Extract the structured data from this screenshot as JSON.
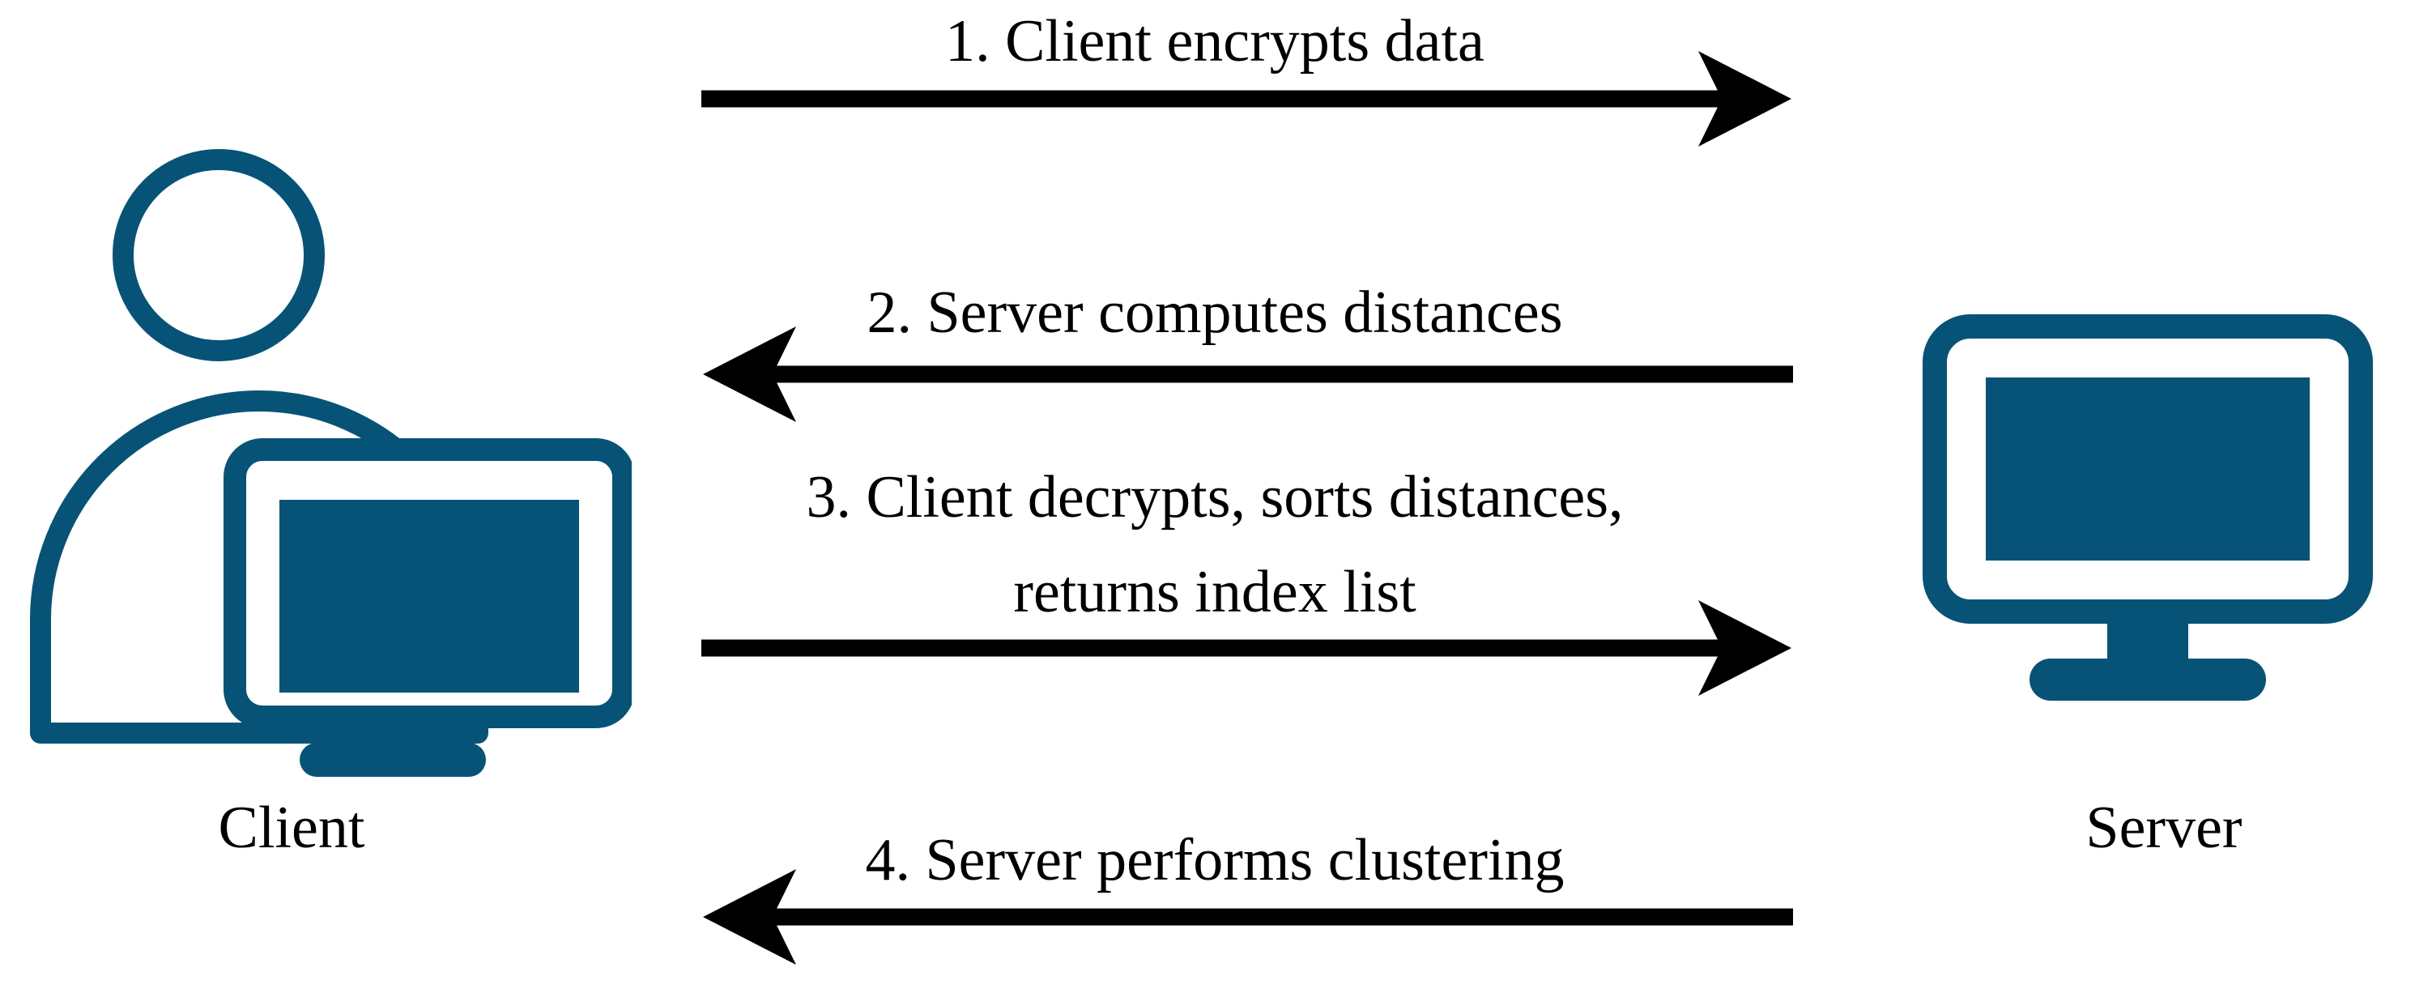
{
  "diagram_type": "client-server protocol sequence",
  "actors": {
    "client": {
      "label": "Client",
      "icon": "user-with-monitor-icon"
    },
    "server": {
      "label": "Server",
      "icon": "monitor-icon"
    }
  },
  "messages": [
    {
      "step": 1,
      "label": "1. Client encrypts data",
      "direction": "right",
      "from": "client",
      "to": "server"
    },
    {
      "step": 2,
      "label": "2. Server computes distances",
      "direction": "left",
      "from": "server",
      "to": "client"
    },
    {
      "step": 3,
      "label": "3. Client decrypts, sorts distances,",
      "label_line2": "returns index list",
      "direction": "right",
      "from": "client",
      "to": "server"
    },
    {
      "step": 4,
      "label": "4. Server performs clustering",
      "direction": "left",
      "from": "server",
      "to": "client"
    }
  ],
  "colors": {
    "icon_blue": "#065377",
    "arrow_color": "#000000",
    "text_color": "#000000",
    "background": "#ffffff"
  }
}
